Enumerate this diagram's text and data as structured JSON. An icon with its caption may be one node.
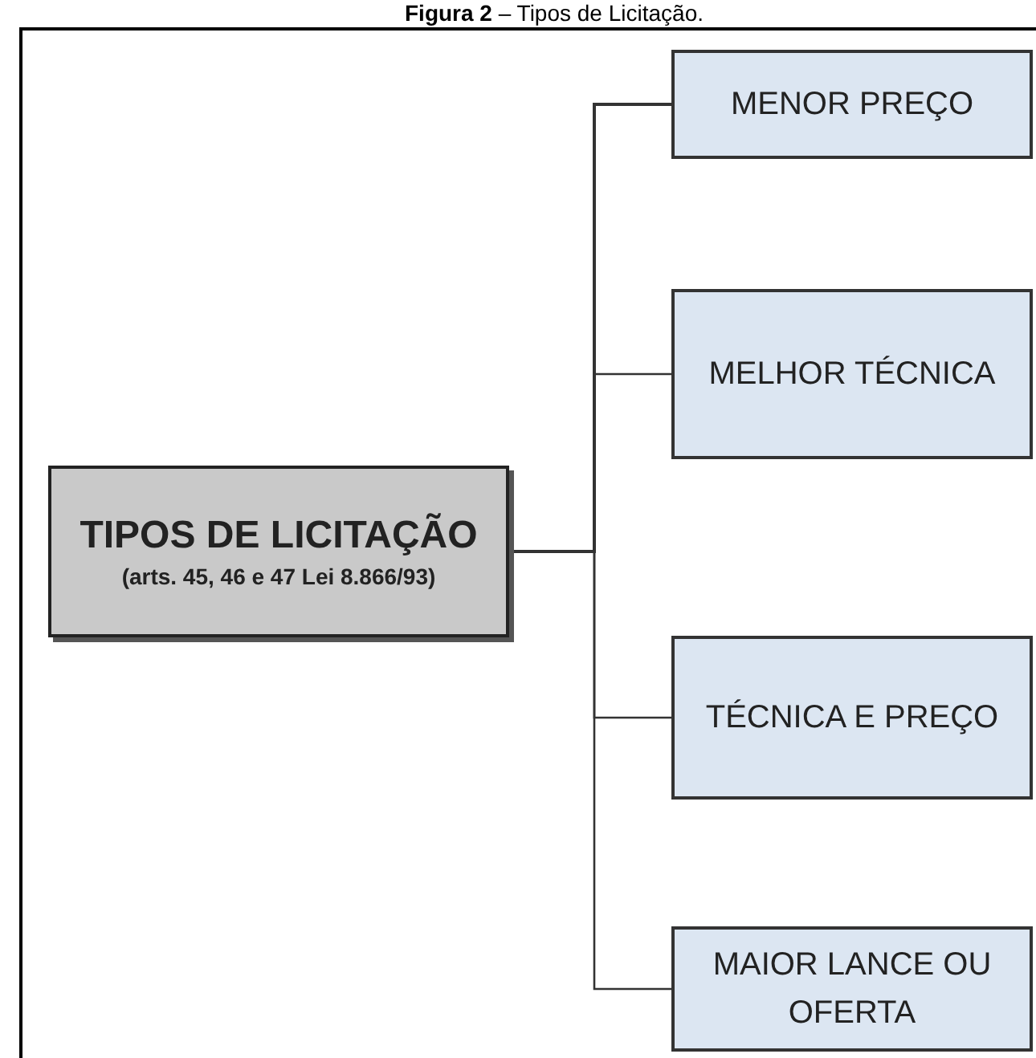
{
  "diagram": {
    "title": "**Figura 2** – Tipos de Licitação.",
    "nodes": [
      {
        "text": [
          "TIPOS DE LICITAÇÃO",
          "(arts. 45, 46 e 47 Lei 8.866/93)"
        ]
      },
      {
        "text": [
          "MENOR PREÇO"
        ]
      },
      {
        "text": [
          "MELHOR TÉCNICA"
        ]
      },
      {
        "text": [
          "TÉCNICA E PREÇO"
        ]
      },
      {
        "text": [
          "MAIOR LANCE OU OFERTA"
        ]
      }
    ],
    "edges": [
      {
        "from": 0,
        "to": 1,
        "arrow": "none"
      },
      {
        "from": 0,
        "to": 2,
        "arrow": "none"
      },
      {
        "from": 0,
        "to": 3,
        "arrow": "none"
      },
      {
        "from": 0,
        "to": 4,
        "arrow": "none"
      }
    ]
  }
}
